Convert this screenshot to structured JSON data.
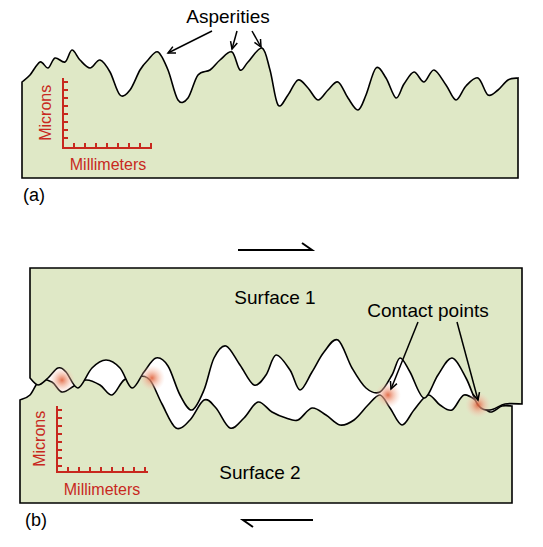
{
  "diagram": {
    "nodes": [
      {
        "text": [
          "Surface 1"
        ]
      },
      {
        "text": [
          "Surface 2"
        ]
      }
    ],
    "labels": [
      "Asperities",
      "Microns",
      "Millimeters",
      "(a)",
      "Contact points",
      "Microns",
      "Millimeters",
      "(b)"
    ]
  }
}
